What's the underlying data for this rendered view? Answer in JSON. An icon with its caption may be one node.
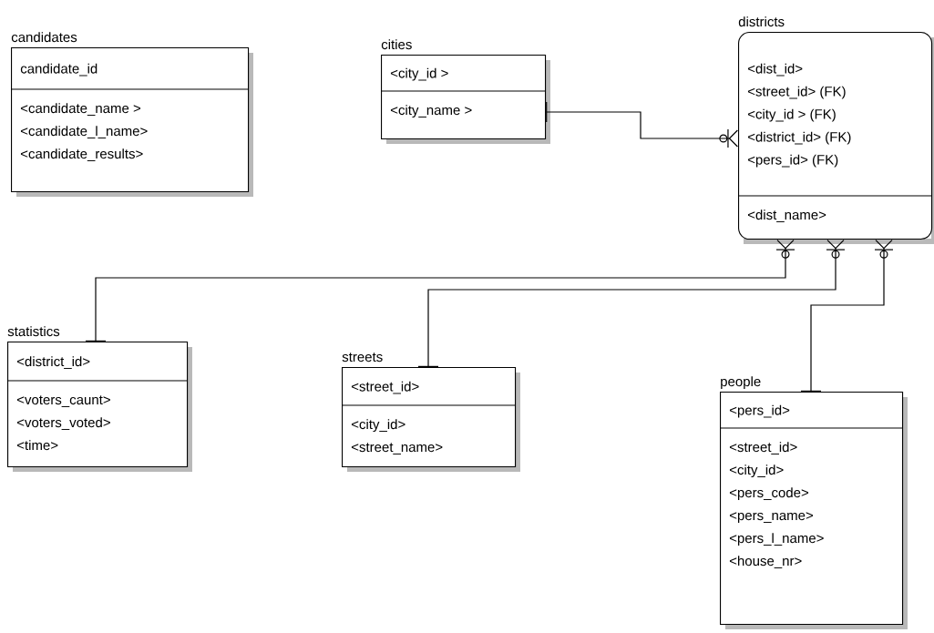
{
  "diagram": {
    "nodes": [
      {
        "text": [
          "candidates",
          "candidate_id",
          "<candidate_name >",
          "<candidate_l_name>",
          "<candidate_results>"
        ]
      },
      {
        "text": [
          "cities",
          "<city_id >",
          "<city_name >"
        ]
      },
      {
        "text": [
          "districts",
          "<dist_id>",
          "<street_id> (FK)",
          "<city_id > (FK)",
          "<district_id> (FK)",
          "<pers_id> (FK)",
          "<dist_name>"
        ]
      },
      {
        "text": [
          "statistics",
          "<district_id>",
          "<voters_caunt>",
          "<voters_voted>",
          "<time>"
        ]
      },
      {
        "text": [
          "streets",
          "<street_id>",
          "<city_id>",
          "<street_name>"
        ]
      },
      {
        "text": [
          "people",
          "<pers_id>",
          "<street_id>",
          "<city_id>",
          "<pers_code>",
          "<pers_name>",
          "<pers_l_name>",
          "<house_nr>"
        ]
      }
    ],
    "edges": [
      {
        "from": 1,
        "to": 2,
        "arrow": "other"
      },
      {
        "from": 3,
        "to": 2,
        "arrow": "other"
      },
      {
        "from": 4,
        "to": 2,
        "arrow": "other"
      },
      {
        "from": 5,
        "to": 2,
        "arrow": "other"
      }
    ]
  }
}
